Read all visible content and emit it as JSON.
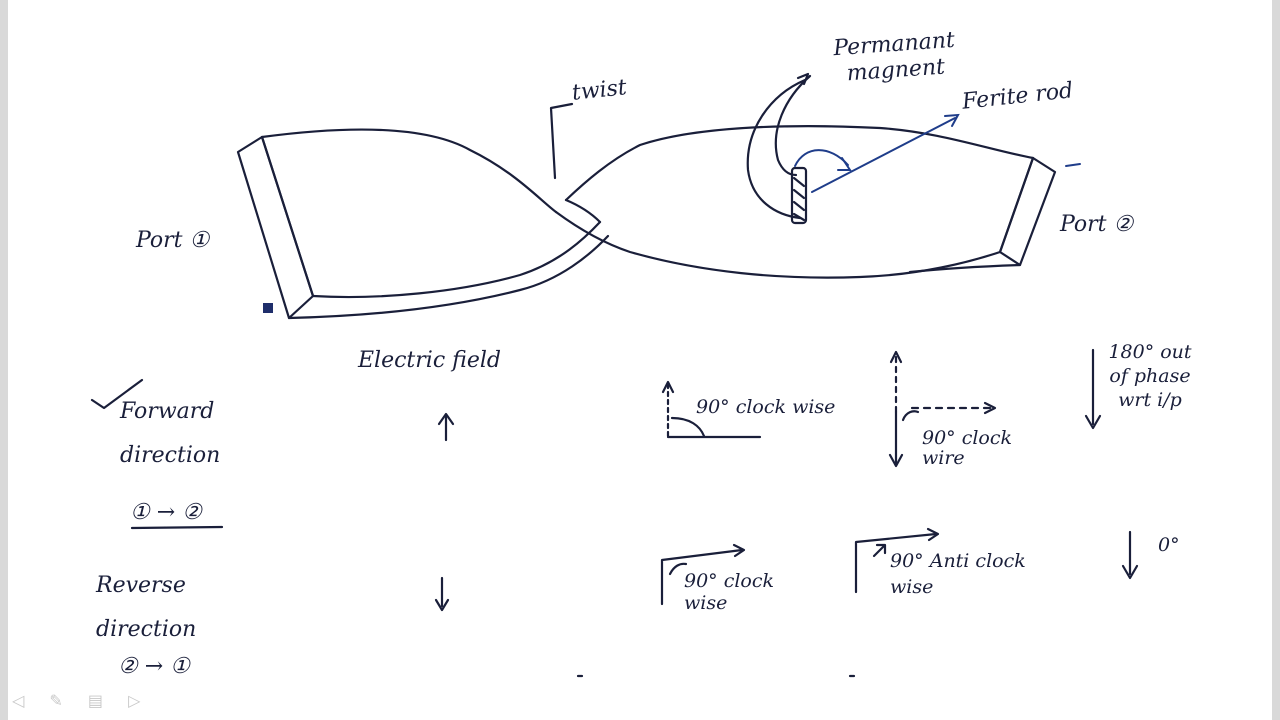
{
  "labels": {
    "permanent_magnet": "Permanant magnent",
    "twist": "twist",
    "ferrite_rod": "Ferite rod",
    "port1": "Port ①",
    "port2": "Port ②",
    "electric_field": "Electric field",
    "forward_direction": "Forward direction",
    "forward_ports": "① → ②",
    "reverse_direction": "Reverse direction",
    "reverse_ports": "② → ①",
    "fwd_twist": "90° clock wise",
    "fwd_ferrite": "90° clock wire",
    "fwd_result": "180° out of phase wrt i/p",
    "rev_twist": "90° clock wise",
    "rev_ferrite": "90° Anti clock wise",
    "rev_result": "0°"
  },
  "colors": {
    "ink": "#1a1f3a",
    "accent": "#1f3d8a",
    "background": "#ffffff"
  },
  "icons": {
    "check": "check-icon",
    "nav": "slide-nav-icons"
  }
}
